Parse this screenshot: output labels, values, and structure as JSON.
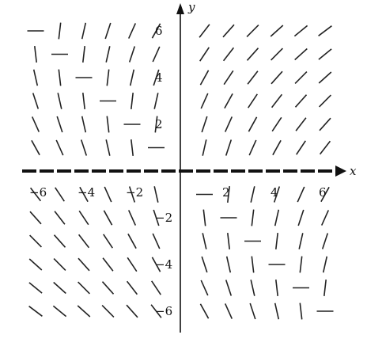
{
  "chart_data": {
    "type": "direction-field",
    "xlabel": "x",
    "ylabel": "y",
    "xlim": [
      -6.5,
      6.5
    ],
    "ylim": [
      -6.5,
      6.5
    ],
    "x_ticks": [
      -6,
      -4,
      -2,
      2,
      4,
      6
    ],
    "y_ticks": [
      6,
      4,
      2,
      -2,
      -4,
      -6
    ],
    "x_tick_labels": [
      "−6",
      "−4",
      "−2",
      "2",
      "4",
      "6"
    ],
    "y_tick_labels": [
      "6",
      "4",
      "2",
      "−2",
      "−4",
      "−6"
    ],
    "grid_x": [
      -6,
      -5,
      -4,
      -3,
      -2,
      -1,
      1,
      2,
      3,
      4,
      5,
      6
    ],
    "grid_y": [
      6,
      5,
      4,
      3,
      2,
      1,
      -1,
      -2,
      -3,
      -4,
      -5,
      -6
    ],
    "slope_rule": "horizontal where y = -x; steep elsewhere",
    "line_y0_dashed": true
  }
}
